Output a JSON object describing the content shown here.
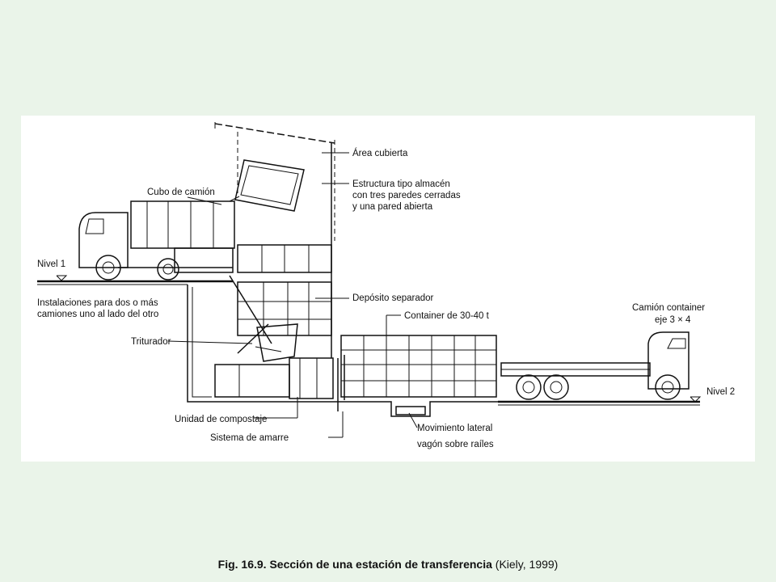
{
  "diagram": {
    "labels": {
      "area_cubierta": "Área cubierta",
      "estructura_1": "Estructura tipo almacén",
      "estructura_2": "con tres paredes cerradas",
      "estructura_3": "y una pared abierta",
      "cubo_camion": "Cubo de camión",
      "nivel_1": "Nivel 1",
      "instalaciones_1": "Instalaciones para dos o más",
      "instalaciones_2": "camiones uno al lado del otro",
      "deposito": "Depósito separador",
      "container": "Container de 30-40 t",
      "camion_container_1": "Camión container",
      "camion_container_2": "eje 3 × 4",
      "triturador": "Triturador",
      "nivel_2": "Nivel 2",
      "compostaje": "Unidad de compostaje",
      "movimiento_1": "Movimiento lateral",
      "movimiento_2": "vagón sobre raíles",
      "amarre": "Sistema de amarre"
    }
  },
  "caption": {
    "bold": "Fig. 16.9. Sección de una estación de transferencia",
    "normal": " (Kiely, 1999)"
  }
}
